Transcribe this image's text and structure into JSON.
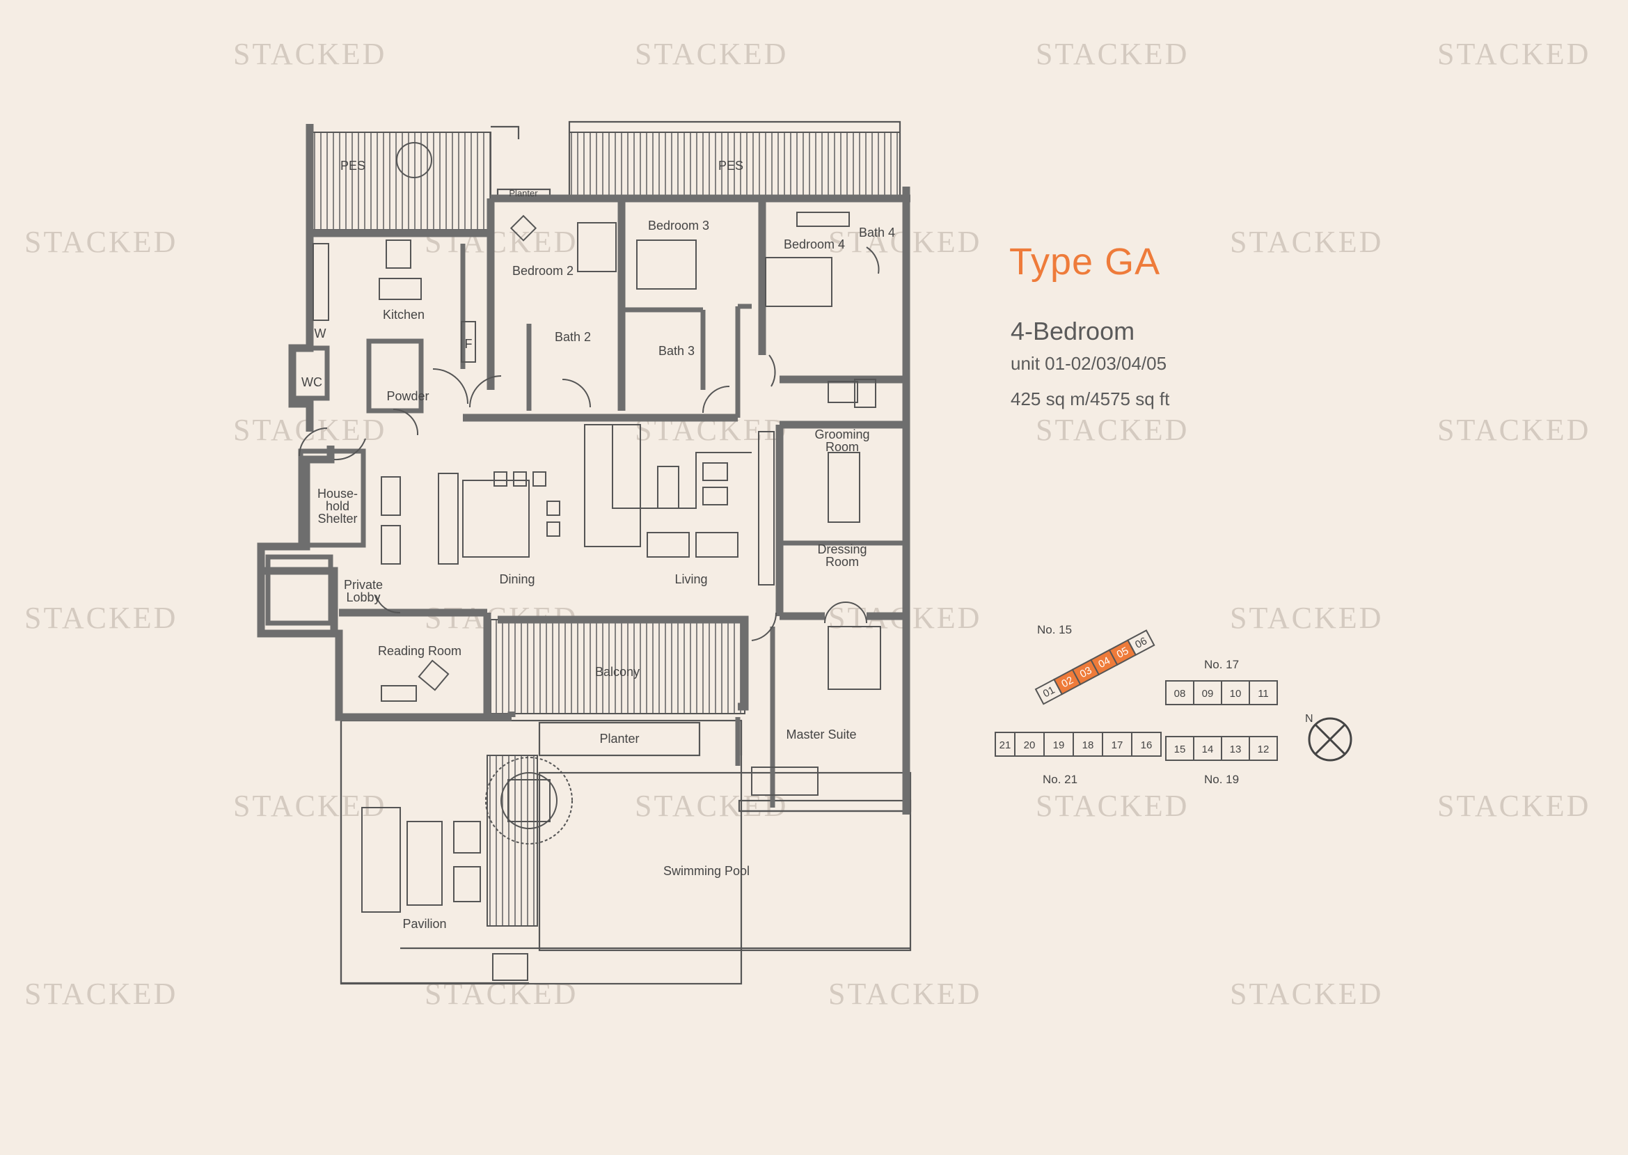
{
  "watermark": "STACKED",
  "unit_type": "Type GA",
  "bedroom_type": "4-Bedroom",
  "unit_numbers": "unit 01-02/03/04/05",
  "area": "425 sq m/4575 sq ft",
  "colors": {
    "accent": "#ee7b3a",
    "wall": "#6e6e6e",
    "line": "#555555",
    "background": "#f5ede4",
    "watermark": "#d4cac0"
  },
  "rooms": {
    "pes_left": "PES",
    "pes_right": "PES",
    "planter_top": "Planter",
    "kitchen": "Kitchen",
    "bedroom2": "Bedroom 2",
    "bedroom3": "Bedroom 3",
    "bedroom4": "Bedroom 4",
    "bath2": "Bath 2",
    "bath3": "Bath 3",
    "bath4": "Bath 4",
    "fridge": "F",
    "washer": "W",
    "wc": "WC",
    "powder": "Powder",
    "household_shelter": [
      "House-",
      "hold",
      "Shelter"
    ],
    "dining": "Dining",
    "living": "Living",
    "grooming_room": [
      "Grooming",
      "Room"
    ],
    "dressing_room": [
      "Dressing",
      "Room"
    ],
    "private_lobby": [
      "Private",
      "Lobby"
    ],
    "reading_room": "Reading Room",
    "balcony": "Balcony",
    "planter": "Planter",
    "master_suite": "Master Suite",
    "swimming_pool": "Swimming Pool",
    "pavilion": "Pavilion"
  },
  "keyplan": {
    "north": "N",
    "blocks": {
      "no15": "No. 15",
      "no17": "No. 17",
      "no19": "No. 19",
      "no21": "No. 21"
    },
    "no15_units": [
      "01",
      "02",
      "03",
      "04",
      "05",
      "06"
    ],
    "highlighted_units": [
      "02",
      "03",
      "04",
      "05"
    ],
    "no17_units": [
      "08",
      "09",
      "10",
      "11"
    ],
    "no19_units": [
      "15",
      "14",
      "13",
      "12"
    ],
    "no21_units": [
      "21",
      "20",
      "19",
      "18",
      "17",
      "16"
    ]
  }
}
